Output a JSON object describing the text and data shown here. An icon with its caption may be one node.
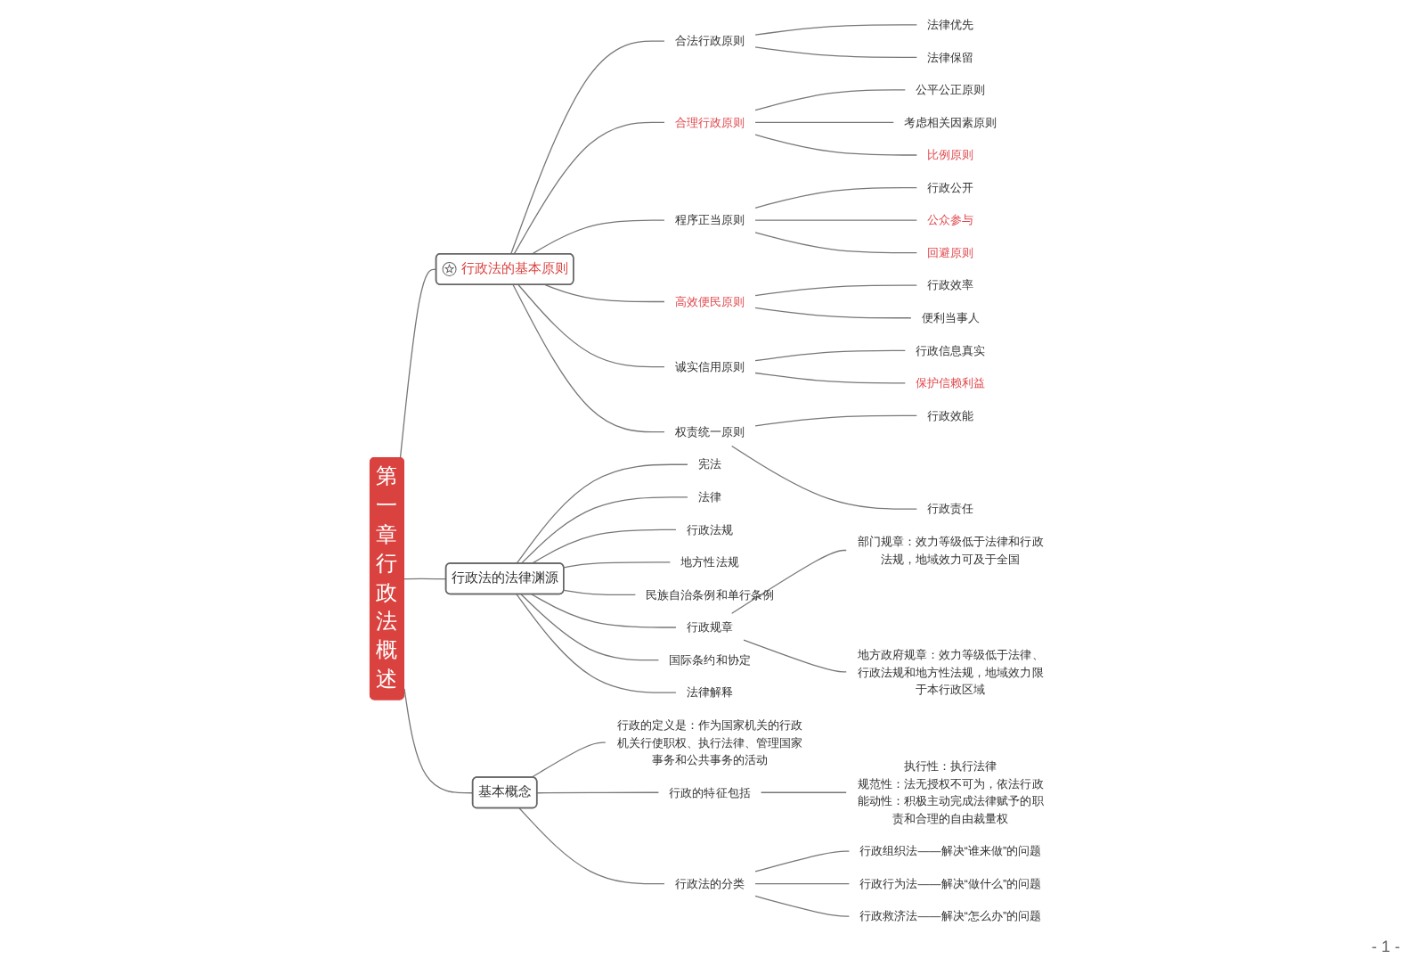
{
  "diagram": {
    "nodes": [
      {
        "text": [
          "第一章",
          "行政法概述"
        ]
      },
      {
        "text": [
          "行政法的基本原则"
        ]
      },
      {
        "text": [
          "合法行政原则"
        ]
      },
      {
        "text": [
          "法律优先"
        ]
      },
      {
        "text": [
          "法律保留"
        ]
      },
      {
        "text": [
          "合理行政原则"
        ]
      },
      {
        "text": [
          "公平公正原则"
        ]
      },
      {
        "text": [
          "考虑相关因素原则"
        ]
      },
      {
        "text": [
          "比例原则"
        ]
      },
      {
        "text": [
          "程序正当原则"
        ]
      },
      {
        "text": [
          "行政公开"
        ]
      },
      {
        "text": [
          "公众参与"
        ]
      },
      {
        "text": [
          "回避原则"
        ]
      },
      {
        "text": [
          "高效便民原则"
        ]
      },
      {
        "text": [
          "行政效率"
        ]
      },
      {
        "text": [
          "便利当事人"
        ]
      },
      {
        "text": [
          "诚实信用原则"
        ]
      },
      {
        "text": [
          "行政信息真实"
        ]
      },
      {
        "text": [
          "保护信赖利益"
        ]
      },
      {
        "text": [
          "权责统一原则"
        ]
      },
      {
        "text": [
          "行政效能"
        ]
      },
      {
        "text": [
          "行政责任"
        ]
      },
      {
        "text": [
          "行政法的法律渊源"
        ]
      },
      {
        "text": [
          "宪法"
        ]
      },
      {
        "text": [
          "法律"
        ]
      },
      {
        "text": [
          "行政法规"
        ]
      },
      {
        "text": [
          "地方性法规"
        ]
      },
      {
        "text": [
          "民族自治条例和单行条例"
        ]
      },
      {
        "text": [
          "行政规章"
        ]
      },
      {
        "text": [
          "部门规章：效力等级低于法律和行政法规，地域效力可及于全国"
        ]
      },
      {
        "text": [
          "地方政府规章：效力等级低于法律、行政法规和地方性法规，地域效力限于本行政区域"
        ]
      },
      {
        "text": [
          "国际条约和协定"
        ]
      },
      {
        "text": [
          "法律解释"
        ]
      },
      {
        "text": [
          "基本概念"
        ]
      },
      {
        "text": [
          "行政的定义是：作为国家机关的行政机关行使职权、执行法律、管理国家事务和公共事务的活动"
        ]
      },
      {
        "text": [
          "行政的特征包括"
        ]
      },
      {
        "text": [
          "执行性：执行法律",
          "规范性：法无授权不可为，依法行政",
          "能动性：积极主动完成法律赋予的职责和合理的自由裁量权"
        ]
      },
      {
        "text": [
          "行政法的分类"
        ]
      },
      {
        "text": [
          "行政组织法——解决“谁来做”的问题"
        ]
      },
      {
        "text": [
          "行政行为法——解决“做什么”的问题"
        ]
      },
      {
        "text": [
          "行政救济法——解决“怎么办”的问题"
        ]
      }
    ],
    "edges": [
      {
        "from": 0,
        "to": 1,
        "arrow": "none"
      },
      {
        "from": 1,
        "to": 2,
        "arrow": "none"
      },
      {
        "from": 2,
        "to": 3,
        "arrow": "none"
      },
      {
        "from": 2,
        "to": 4,
        "arrow": "none"
      },
      {
        "from": 1,
        "to": 5,
        "arrow": "none"
      },
      {
        "from": 5,
        "to": 6,
        "arrow": "none"
      },
      {
        "from": 5,
        "to": 7,
        "arrow": "none"
      },
      {
        "from": 5,
        "to": 8,
        "arrow": "none"
      },
      {
        "from": 1,
        "to": 9,
        "arrow": "none"
      },
      {
        "from": 9,
        "to": 10,
        "arrow": "none"
      },
      {
        "from": 9,
        "to": 11,
        "arrow": "none"
      },
      {
        "from": 9,
        "to": 12,
        "arrow": "none"
      },
      {
        "from": 1,
        "to": 13,
        "arrow": "none"
      },
      {
        "from": 13,
        "to": 14,
        "arrow": "none"
      },
      {
        "from": 13,
        "to": 15,
        "arrow": "none"
      },
      {
        "from": 1,
        "to": 16,
        "arrow": "none"
      },
      {
        "from": 16,
        "to": 17,
        "arrow": "none"
      },
      {
        "from": 16,
        "to": 18,
        "arrow": "none"
      },
      {
        "from": 1,
        "to": 19,
        "arrow": "none"
      },
      {
        "from": 19,
        "to": 20,
        "arrow": "none"
      },
      {
        "from": 19,
        "to": 21,
        "arrow": "none"
      },
      {
        "from": 0,
        "to": 22,
        "arrow": "none"
      },
      {
        "from": 22,
        "to": 23,
        "arrow": "none"
      },
      {
        "from": 22,
        "to": 24,
        "arrow": "none"
      },
      {
        "from": 22,
        "to": 25,
        "arrow": "none"
      },
      {
        "from": 22,
        "to": 26,
        "arrow": "none"
      },
      {
        "from": 22,
        "to": 27,
        "arrow": "none"
      },
      {
        "from": 22,
        "to": 28,
        "arrow": "none"
      },
      {
        "from": 28,
        "to": 29,
        "arrow": "none"
      },
      {
        "from": 28,
        "to": 30,
        "arrow": "none"
      },
      {
        "from": 22,
        "to": 31,
        "arrow": "none"
      },
      {
        "from": 22,
        "to": 32,
        "arrow": "none"
      },
      {
        "from": 0,
        "to": 33,
        "arrow": "none"
      },
      {
        "from": 33,
        "to": 34,
        "arrow": "none"
      },
      {
        "from": 33,
        "to": 35,
        "arrow": "none"
      },
      {
        "from": 35,
        "to": 36,
        "arrow": "none"
      },
      {
        "from": 33,
        "to": 37,
        "arrow": "none"
      },
      {
        "from": 37,
        "to": 38,
        "arrow": "none"
      },
      {
        "from": 37,
        "to": 39,
        "arrow": "none"
      },
      {
        "from": 37,
        "to": 40,
        "arrow": "none"
      }
    ],
    "labels": [
      "- 1 -"
    ]
  }
}
